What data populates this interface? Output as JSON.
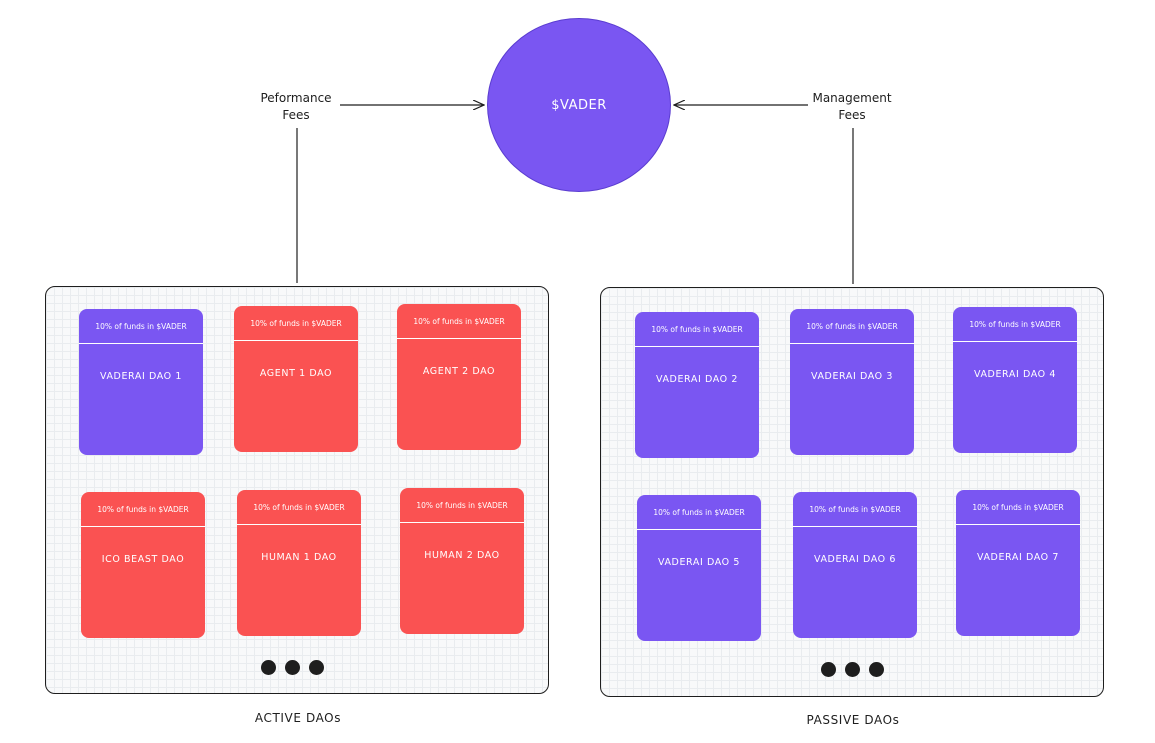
{
  "token": {
    "label": "$VADER",
    "color": "#7a56f2"
  },
  "fees": {
    "performance": {
      "line1": "Peformance",
      "line2": "Fees"
    },
    "management": {
      "line1": "Management",
      "line2": "Fees"
    }
  },
  "colors": {
    "purple": "#7a56f2",
    "red": "#fa5252",
    "stroke": "#1e1e1e"
  },
  "active_group": {
    "title": "ACTIVE DAOs",
    "cards": [
      {
        "header": "10% of funds in $VADER",
        "name": "VADERAI DAO 1",
        "color": "purple"
      },
      {
        "header": "10% of funds in $VADER",
        "name": "AGENT 1 DAO",
        "color": "red"
      },
      {
        "header": "10% of funds in $VADER",
        "name": "AGENT 2 DAO",
        "color": "red"
      },
      {
        "header": "10% of funds in $VADER",
        "name": "ICO BEAST DAO",
        "color": "red"
      },
      {
        "header": "10% of funds in $VADER",
        "name": "HUMAN 1 DAO",
        "color": "red"
      },
      {
        "header": "10% of funds in $VADER",
        "name": "HUMAN 2 DAO",
        "color": "red"
      }
    ]
  },
  "passive_group": {
    "title": "PASSIVE DAOs",
    "cards": [
      {
        "header": "10% of funds in $VADER",
        "name": "VADERAI DAO 2",
        "color": "purple"
      },
      {
        "header": "10% of funds in $VADER",
        "name": "VADERAI DAO 3",
        "color": "purple"
      },
      {
        "header": "10% of funds in $VADER",
        "name": "VADERAI DAO 4",
        "color": "purple"
      },
      {
        "header": "10% of funds in $VADER",
        "name": "VADERAI DAO 5",
        "color": "purple"
      },
      {
        "header": "10% of funds in $VADER",
        "name": "VADERAI DAO 6",
        "color": "purple"
      },
      {
        "header": "10% of funds in $VADER",
        "name": "VADERAI DAO 7",
        "color": "purple"
      }
    ]
  }
}
